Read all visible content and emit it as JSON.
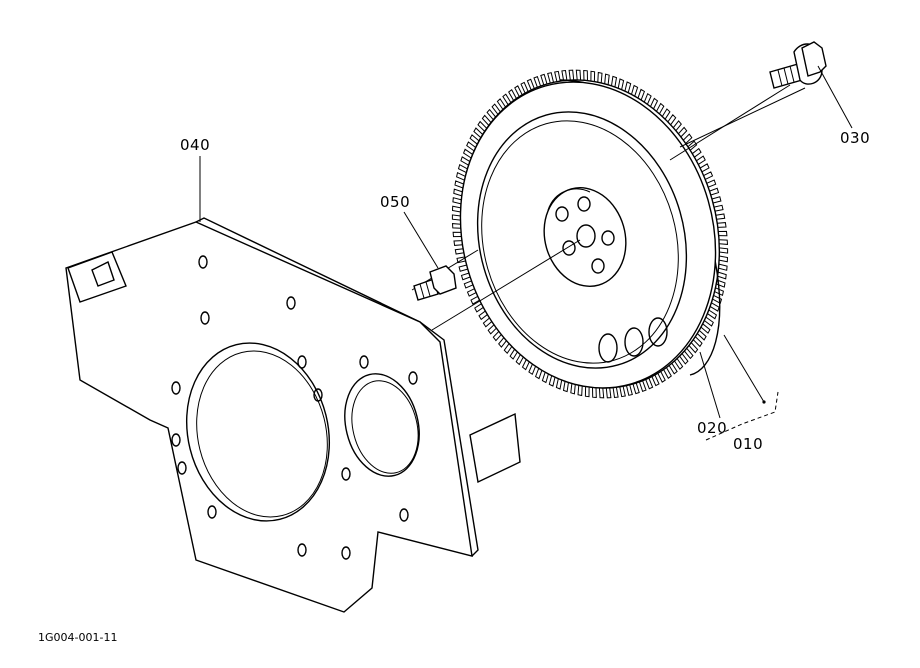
{
  "parts": [
    {
      "id": "p010",
      "label": "010"
    },
    {
      "id": "p020",
      "label": "020"
    },
    {
      "id": "p030",
      "label": "030"
    },
    {
      "id": "p040",
      "label": "040"
    },
    {
      "id": "p050",
      "label": "050"
    }
  ],
  "figure_code": "1G004-001-11"
}
